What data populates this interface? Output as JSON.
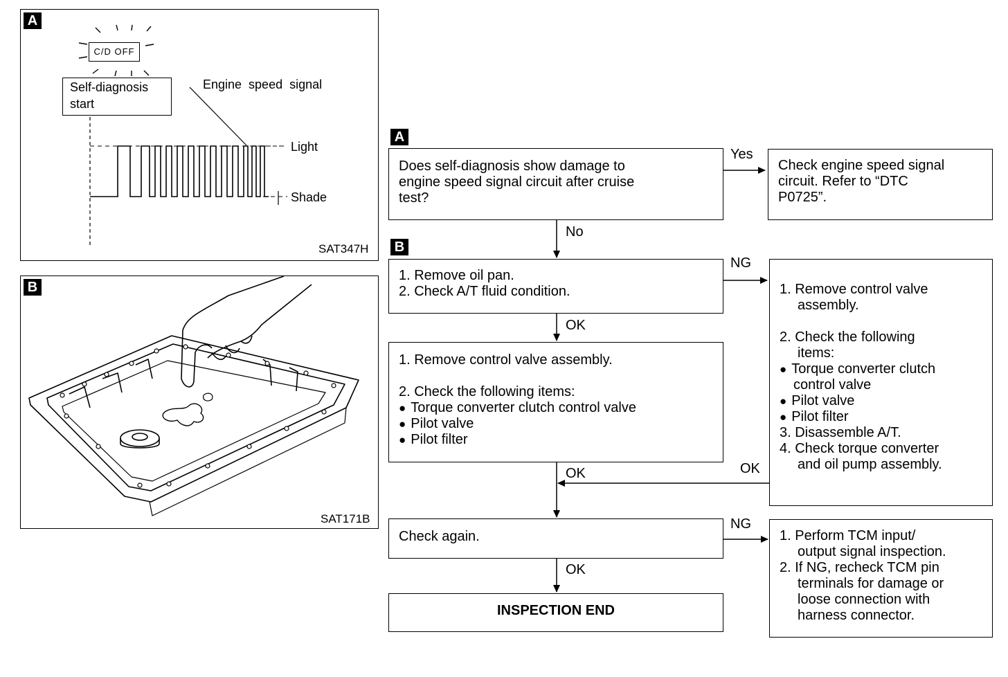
{
  "figure_a": {
    "tag": "A",
    "code": "SAT347H",
    "indicator": "C/D OFF",
    "self_diag_line1": "Self-diagnosis",
    "self_diag_line2": "start",
    "engine_speed_label": "Engine  speed  signal",
    "light_label": "Light",
    "shade_label": "Shade"
  },
  "figure_b": {
    "tag": "B",
    "code": "SAT171B"
  },
  "flow": {
    "tag_a": "A",
    "tag_b": "B",
    "q1": [
      "Does self-diagnosis show damage to",
      "engine speed signal circuit after cruise",
      "test?"
    ],
    "yes_label": "Yes",
    "yes_action": [
      "Check engine speed signal",
      "circuit. Refer to “DTC",
      "P0725”."
    ],
    "no_label": "No",
    "step_b": [
      "1. Remove oil pan.",
      "2. Check A/T fluid condition."
    ],
    "ng1_label": "NG",
    "ng1_action": {
      "l1": "1. Remove control valve",
      "l2": "assembly.",
      "l3": "2. Check the following",
      "l4": "items:",
      "b1a": "Torque converter clutch",
      "b1b": "control valve",
      "b2": "Pilot valve",
      "b3": "Pilot filter",
      "l5": "3. Disassemble A/T.",
      "l6": "4. Check torque converter",
      "l7": "and oil pump assembly."
    },
    "ok1_label": "OK",
    "step_c": {
      "l1": "1. Remove control valve assembly.",
      "l2": "2. Check the following items:",
      "b1": "Torque converter clutch control valve",
      "b2": "Pilot valve",
      "b3": "Pilot filter"
    },
    "ok2_label": "OK",
    "ok3_label": "OK",
    "check_again": "Check again.",
    "ng2_label": "NG",
    "ng2_action": [
      "1. Perform TCM input/",
      "output signal inspection.",
      "2. If NG, recheck TCM pin",
      "terminals for damage or",
      "loose connection with",
      "harness connector."
    ],
    "ok4_label": "OK",
    "end_label": "INSPECTION END"
  }
}
